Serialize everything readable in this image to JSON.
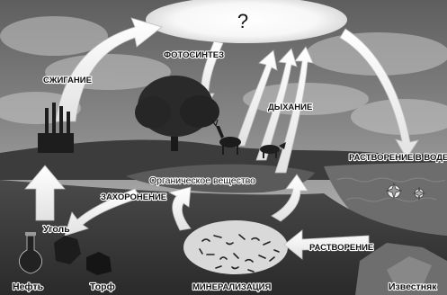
{
  "diagram": {
    "unknown_mark": "?",
    "labels": {
      "combustion": "СЖИГАНИЕ",
      "photosynthesis": "ФОТОСИНТЕЗ",
      "respiration": "ДЫХАНИЕ",
      "dissolution_in_water": "РАСТВОРЕНИЕ В ВОДЕ",
      "organic_matter": "Органическое вещество",
      "burial": "ЗАХОРОНЕНИЕ",
      "coal": "Уголь",
      "oil": "Нефть",
      "peat": "Торф",
      "mineralization": "МИНЕРАЛИЗАЦИЯ",
      "dissolution": "РАСТВОРЕНИЕ",
      "limestone": "Известняк"
    }
  }
}
